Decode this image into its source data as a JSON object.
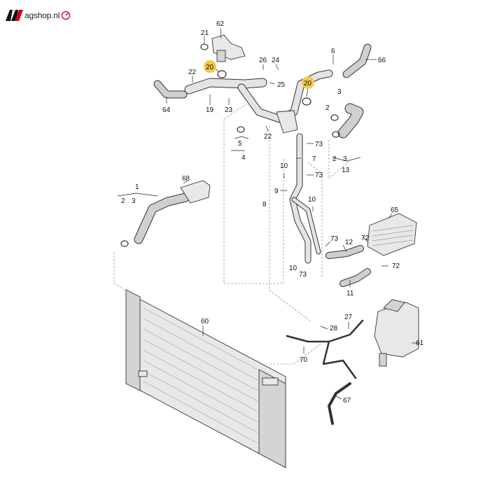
{
  "logo": {
    "text": "agshop.nl",
    "accent": "#d0021b"
  },
  "colors": {
    "highlight": "#f2c94c"
  },
  "callouts": [
    {
      "id": "c62",
      "text": "62"
    },
    {
      "id": "c21",
      "text": "21"
    },
    {
      "id": "c20a",
      "text": "20",
      "highlight": true
    },
    {
      "id": "c26",
      "text": "26"
    },
    {
      "id": "c24",
      "text": "24"
    },
    {
      "id": "c6",
      "text": "6"
    },
    {
      "id": "c66",
      "text": "66"
    },
    {
      "id": "c22a",
      "text": "22"
    },
    {
      "id": "c25",
      "text": "25"
    },
    {
      "id": "c20b",
      "text": "20",
      "highlight": true
    },
    {
      "id": "c3a",
      "text": "3"
    },
    {
      "id": "c2a",
      "text": "2"
    },
    {
      "id": "c64",
      "text": "64"
    },
    {
      "id": "c19",
      "text": "19"
    },
    {
      "id": "c23",
      "text": "23"
    },
    {
      "id": "c5",
      "text": "5"
    },
    {
      "id": "c22b",
      "text": "22"
    },
    {
      "id": "c4",
      "text": "4"
    },
    {
      "id": "c73a",
      "text": "73"
    },
    {
      "id": "c7",
      "text": "7"
    },
    {
      "id": "c2b",
      "text": "2"
    },
    {
      "id": "c3b",
      "text": "3"
    },
    {
      "id": "c13",
      "text": "13"
    },
    {
      "id": "c10a",
      "text": "10"
    },
    {
      "id": "c73b",
      "text": "73"
    },
    {
      "id": "c68",
      "text": "68"
    },
    {
      "id": "c1",
      "text": "1"
    },
    {
      "id": "c9",
      "text": "9"
    },
    {
      "id": "c2c",
      "text": "2"
    },
    {
      "id": "c3c",
      "text": "3"
    },
    {
      "id": "c8",
      "text": "8"
    },
    {
      "id": "c10b",
      "text": "10"
    },
    {
      "id": "c65",
      "text": "65"
    },
    {
      "id": "c73c",
      "text": "73"
    },
    {
      "id": "c72a",
      "text": "72"
    },
    {
      "id": "c12",
      "text": "12"
    },
    {
      "id": "c10c",
      "text": "10"
    },
    {
      "id": "c73d",
      "text": "73"
    },
    {
      "id": "c72b",
      "text": "72"
    },
    {
      "id": "c11",
      "text": "11"
    },
    {
      "id": "c60",
      "text": "60"
    },
    {
      "id": "c27",
      "text": "27"
    },
    {
      "id": "c28",
      "text": "28"
    },
    {
      "id": "c61",
      "text": "61"
    },
    {
      "id": "c70",
      "text": "70"
    },
    {
      "id": "c67",
      "text": "67"
    }
  ]
}
